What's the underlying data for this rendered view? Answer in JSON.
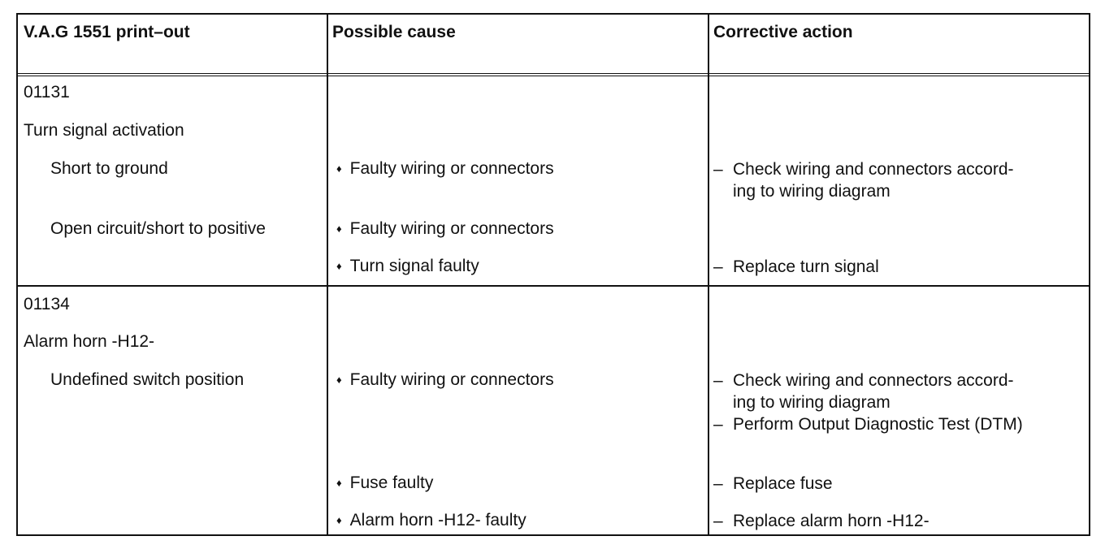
{
  "headers": {
    "printout": "V.A.G 1551 print–out",
    "cause": "Possible cause",
    "action": "Corrective action"
  },
  "group1": {
    "code": "01131",
    "component": "Turn signal activation",
    "fault1": "Short to ground",
    "fault1_cause": "Faulty wiring or connectors",
    "fault1_action_line1": "Check wiring and connectors accord-",
    "fault1_action_line2": "ing to wiring diagram",
    "fault2": "Open circuit/short to positive",
    "fault2_cause1": "Faulty wiring or connectors",
    "fault2_cause2": "Turn signal faulty",
    "fault2_action": "Replace turn signal"
  },
  "group2": {
    "code": "01134",
    "component": "Alarm horn -H12-",
    "fault1": "Undefined switch position",
    "fault1_cause1": "Faulty wiring or connectors",
    "fault1_action1_line1": "Check wiring and connectors accord-",
    "fault1_action1_line2": "ing to wiring diagram",
    "fault1_action2": "Perform Output Diagnostic Test (DTM)",
    "fault1_cause2": "Fuse faulty",
    "fault1_action3": "Replace fuse",
    "fault1_cause3": "Alarm horn -H12- faulty",
    "fault1_action4": "Replace alarm horn -H12-"
  },
  "dash": "–"
}
